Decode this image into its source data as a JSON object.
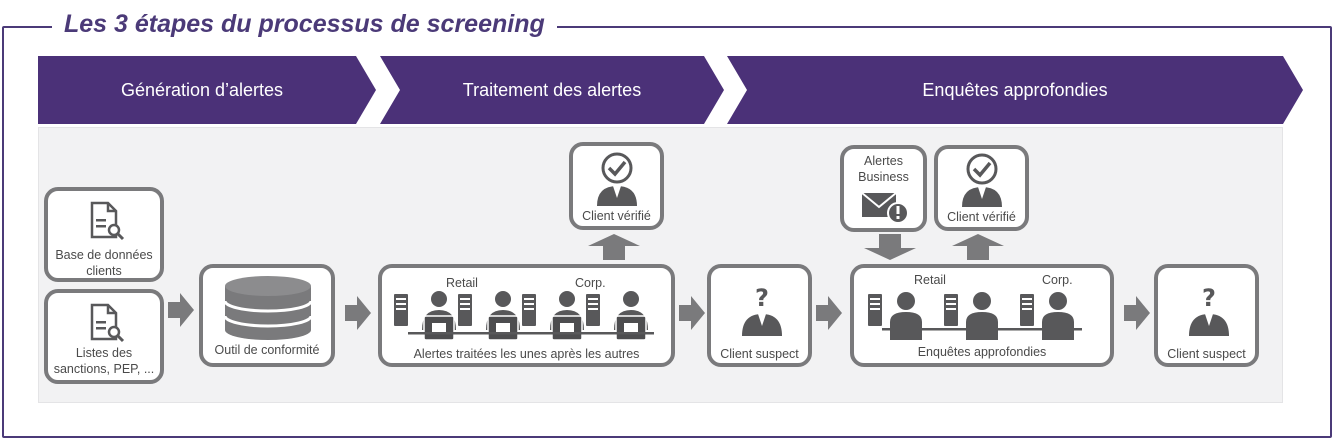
{
  "title": "Les 3 étapes du processus de screening",
  "stages": [
    "Génération d’alertes",
    "Traitement des alertes",
    "Enquêtes approfondies"
  ],
  "sources": {
    "database": [
      "Base de données",
      "clients"
    ],
    "lists": [
      "Listes des",
      "sanctions, PEP, ..."
    ]
  },
  "tool": "Outil de conformité",
  "processing": {
    "retail": "Retail",
    "corp": "Corp.",
    "caption": "Alertes traitées les unes après les autres"
  },
  "client_verified": "Client vérifié",
  "client_suspect": "Client suspect",
  "business_alerts": [
    "Alertes",
    "Business"
  ],
  "investigation": {
    "retail": "Retail",
    "corp": "Corp.",
    "caption": "Enquêtes approfondies"
  },
  "colors": {
    "accent": "#4b3178",
    "frame": "#4b3a78",
    "gray": "#7a7a7c",
    "icon": "#58585a"
  }
}
